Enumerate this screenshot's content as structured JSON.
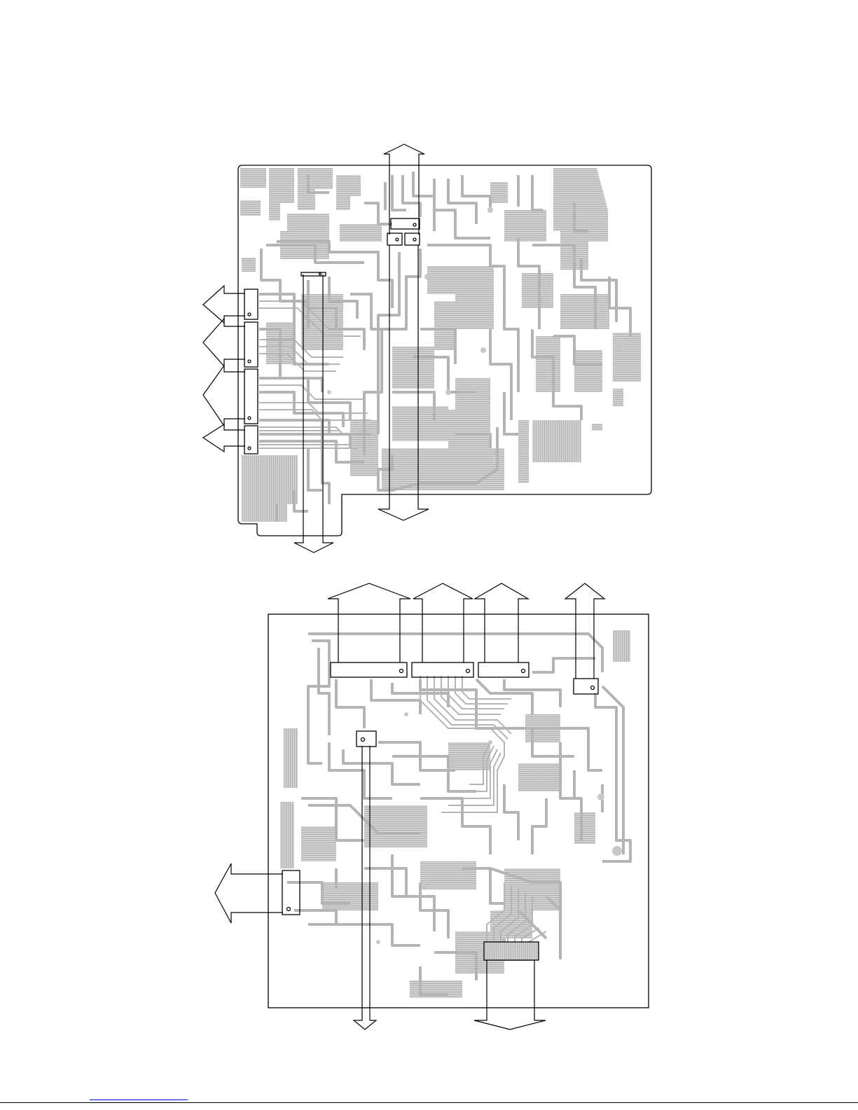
{
  "page": {
    "description_free": true,
    "colors": {
      "background": "#ffffff",
      "outline": "#000000",
      "copper_trace": "#b4b4b4",
      "copper_fill": "#c8c8c8",
      "link_rule": "#0000ff"
    }
  },
  "boards": [
    {
      "id": "upper-pcb",
      "connectors": [
        {
          "id": "upper-top-connector-strip"
        },
        {
          "id": "upper-left-connector-1"
        },
        {
          "id": "upper-left-connector-2"
        },
        {
          "id": "upper-left-connector-3"
        },
        {
          "id": "upper-left-connector-4"
        },
        {
          "id": "upper-center-connector"
        }
      ],
      "arrows": [
        {
          "id": "arrow-up-top-center",
          "direction": "up"
        },
        {
          "id": "arrow-down-bottom-center",
          "direction": "down"
        },
        {
          "id": "arrow-down-bottom-left",
          "direction": "down"
        },
        {
          "id": "arrow-left-1",
          "direction": "left"
        },
        {
          "id": "arrow-left-2",
          "direction": "left"
        },
        {
          "id": "arrow-left-3",
          "direction": "left"
        },
        {
          "id": "arrow-left-4",
          "direction": "left"
        }
      ]
    },
    {
      "id": "lower-pcb",
      "connectors": [
        {
          "id": "lower-top-connector-1"
        },
        {
          "id": "lower-top-connector-2"
        },
        {
          "id": "lower-top-connector-3"
        },
        {
          "id": "lower-top-connector-4"
        },
        {
          "id": "lower-center-connector"
        },
        {
          "id": "lower-left-connector"
        },
        {
          "id": "lower-bottom-connector"
        }
      ],
      "arrows": [
        {
          "id": "arrow-up-1",
          "direction": "up"
        },
        {
          "id": "arrow-up-2",
          "direction": "up"
        },
        {
          "id": "arrow-up-3",
          "direction": "up"
        },
        {
          "id": "arrow-up-4",
          "direction": "up"
        },
        {
          "id": "arrow-left-lower",
          "direction": "left"
        },
        {
          "id": "arrow-down-lower-1",
          "direction": "down"
        },
        {
          "id": "arrow-down-lower-2",
          "direction": "down"
        }
      ]
    }
  ]
}
